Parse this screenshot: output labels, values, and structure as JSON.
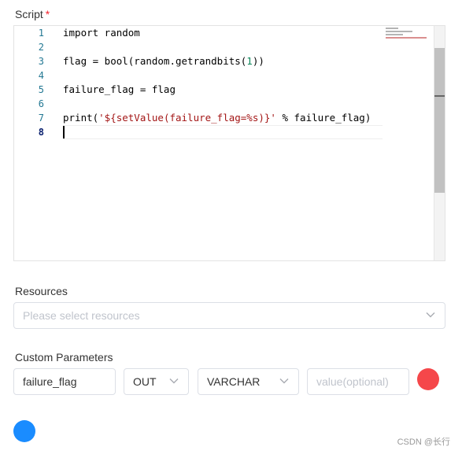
{
  "script": {
    "label": "Script",
    "required_mark": "*",
    "line_numbers": [
      "1",
      "2",
      "3",
      "4",
      "5",
      "6",
      "7",
      "8"
    ],
    "lines": {
      "l1": "import random",
      "l3a": "flag = bool(random.getrandbits(",
      "l3b": "1",
      "l3c": "))",
      "l5": "failure_flag = flag",
      "l7a": "print(",
      "l7b": "'${setValue(failure_flag=%s)}'",
      "l7c": " % failure_flag)"
    }
  },
  "resources": {
    "label": "Resources",
    "placeholder": "Please select resources"
  },
  "custom_parameters": {
    "label": "Custom Parameters",
    "prop": "failure_flag",
    "direction": "OUT",
    "type": "VARCHAR",
    "value_placeholder": "value(optional)"
  },
  "colors": {
    "delete": "#f5474a",
    "add": "#1a8cff",
    "required": "#f5222d"
  },
  "icons": {
    "delete": "delete-param-button",
    "add": "add-param-button"
  },
  "watermark": "CSDN @长行"
}
